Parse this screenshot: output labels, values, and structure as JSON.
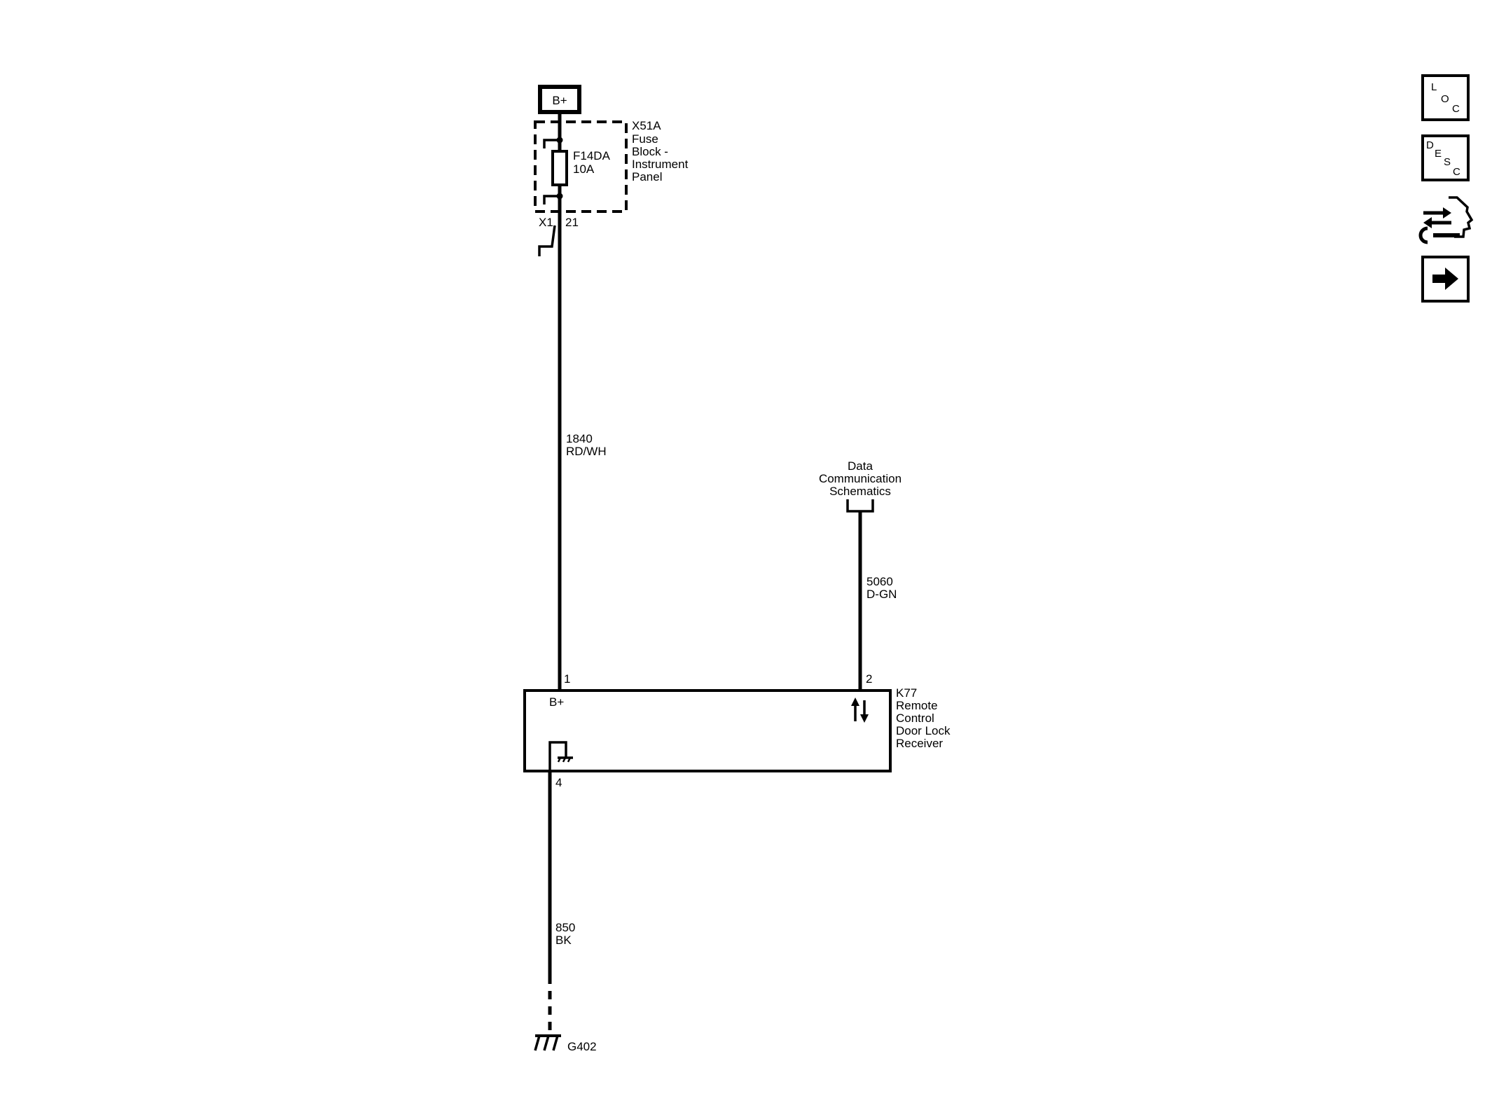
{
  "power_source": {
    "label": "B+"
  },
  "fuse_block": {
    "connector": "X51A",
    "name_lines": [
      "Fuse",
      "Block -",
      "Instrument",
      "Panel"
    ],
    "fuse_id": "F14DA",
    "fuse_rating": "10A",
    "connector_x": "X1",
    "pin": "21"
  },
  "wires": [
    {
      "circuit": "1840",
      "color": "RD/WH"
    },
    {
      "circuit": "5060",
      "color": "D-GN"
    },
    {
      "circuit": "850",
      "color": "BK"
    }
  ],
  "data_comm_ref": {
    "lines": [
      "Data",
      "Communication",
      "Schematics"
    ]
  },
  "module": {
    "id": "K77",
    "name_lines": [
      "Remote",
      "Control",
      "Door Lock",
      "Receiver"
    ],
    "pin_bplus": "1",
    "pin_data": "2",
    "pin_ground": "4",
    "bplus_label": "B+"
  },
  "ground": {
    "id": "G402"
  },
  "nav_buttons": [
    {
      "name": "loc-button",
      "letters": [
        "L",
        "O",
        "C"
      ]
    },
    {
      "name": "desc-button",
      "letters": [
        "D",
        "E",
        "S",
        "C"
      ]
    },
    {
      "name": "diagnostics-icon"
    },
    {
      "name": "next-arrow-button"
    }
  ]
}
